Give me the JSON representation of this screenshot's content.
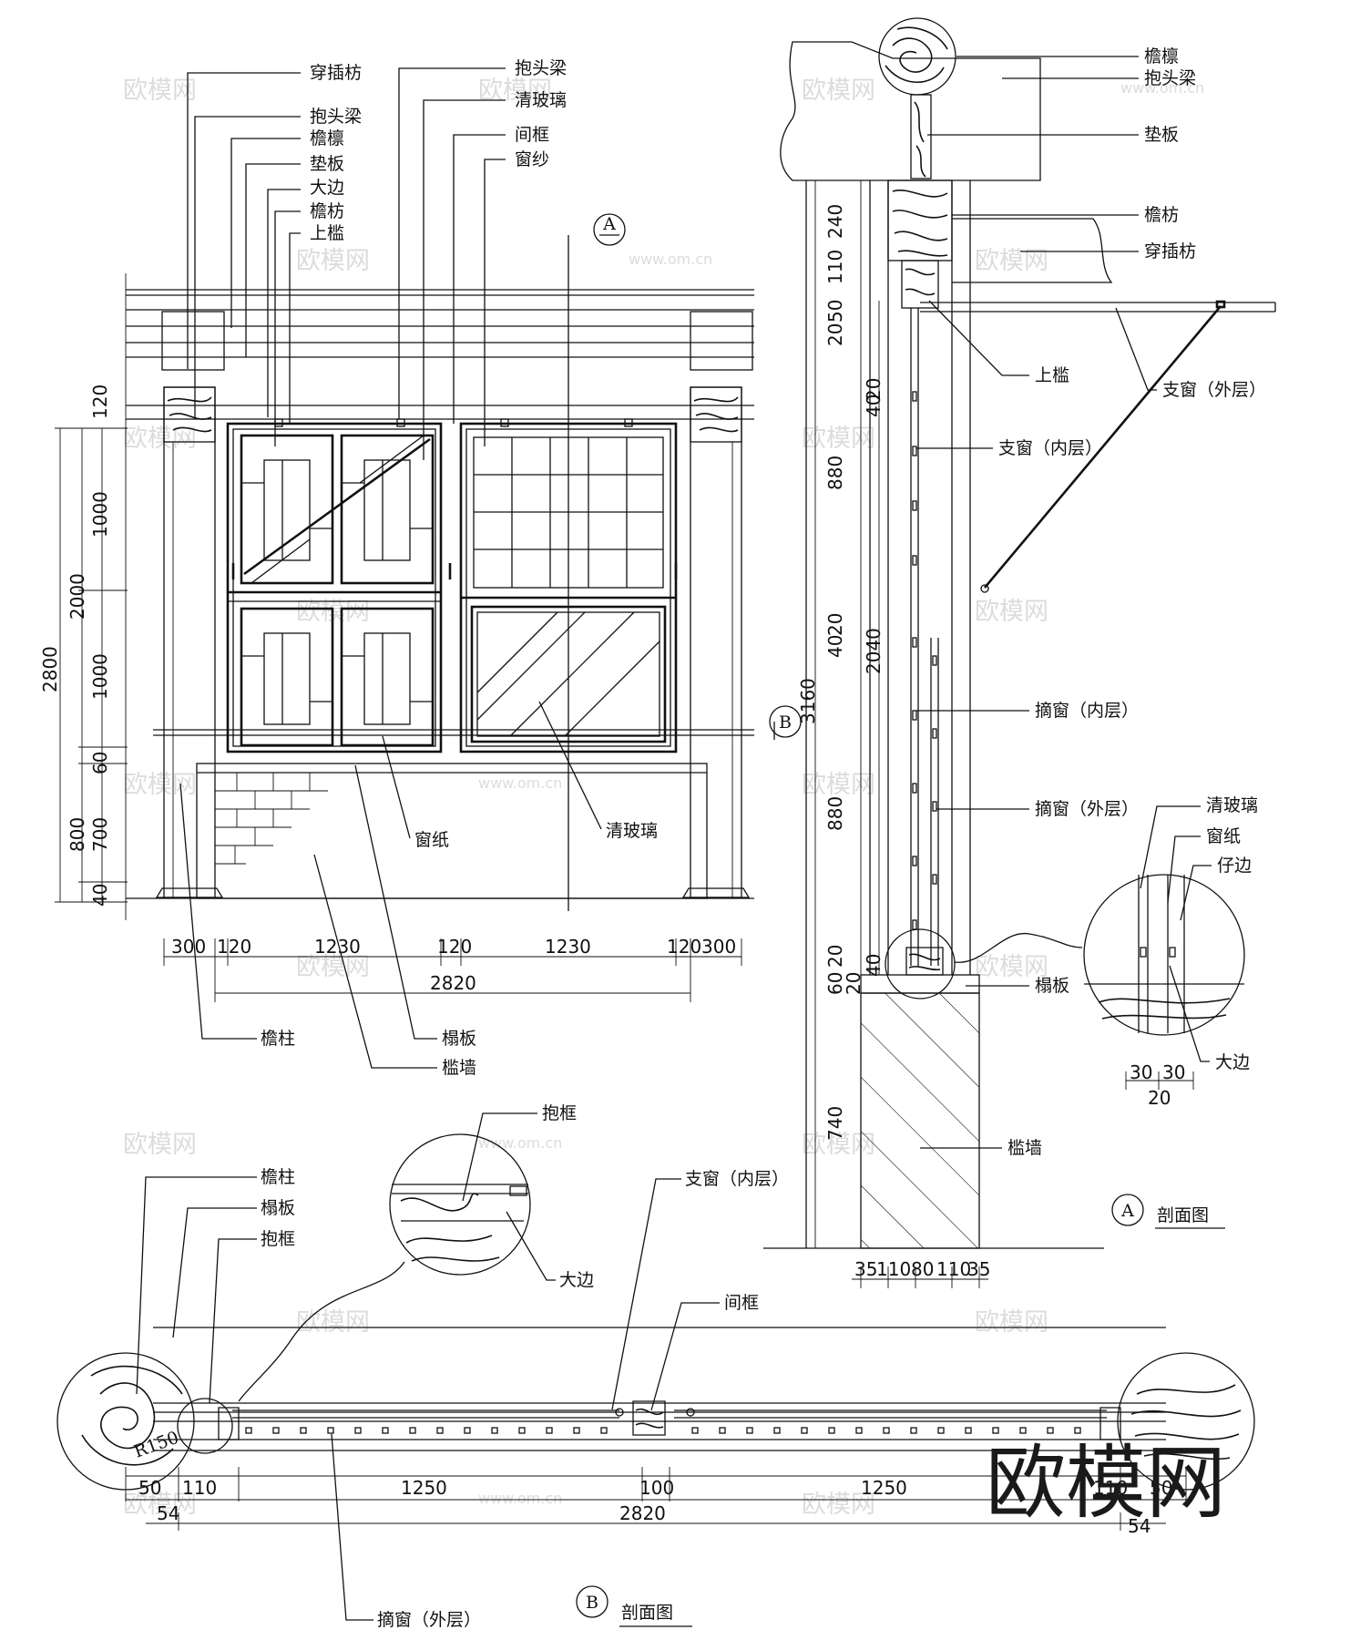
{
  "elevation": {
    "labels": {
      "chuanchafang": "穿插枋",
      "baotouliang": "抱头梁",
      "yanlin": "檐檩",
      "dianban": "垫板",
      "dabian": "大边",
      "yanfang": "檐枋",
      "shangkan": "上槛",
      "baotouliang2": "抱头梁",
      "qingboli": "清玻璃",
      "jiankuang": "间框",
      "chuangsha": "窗纱",
      "chuangzhi": "窗纸",
      "qingboli2": "清玻璃",
      "yanzhu": "檐柱",
      "taban": "榻板",
      "kanqiang": "槛墙"
    },
    "section_marks": {
      "a": "A",
      "b": "B"
    },
    "dims_left": [
      "120",
      "1000",
      "2000",
      "2800",
      "1000",
      "60",
      "800",
      "700",
      "40"
    ],
    "dims_bottom": [
      "300",
      "120",
      "1230",
      "120",
      "1230",
      "120",
      "300"
    ],
    "dim_total": "2820"
  },
  "section_a": {
    "labels": {
      "yanlin": "檐檩",
      "baotouliang": "抱头梁",
      "dianban": "垫板",
      "yanfang": "檐枋",
      "chuanchafang": "穿插枋",
      "shangkan": "上槛",
      "zhichuang_outer": "支窗（外层）",
      "zhichuang_inner": "支窗（内层）",
      "zhaichuang_inner": "摘窗（内层）",
      "zhaichuang_outer": "摘窗（外层）",
      "taban": "榻板",
      "kanqiang": "槛墙"
    },
    "detail_labels": {
      "qingboli": "清玻璃",
      "chuangzhi": "窗纸",
      "zaibian": "仔边",
      "dabian": "大边",
      "d1": "30",
      "d2": "30",
      "d3": "20"
    },
    "dims_vertical": [
      "240",
      "110",
      "50",
      "20",
      "20",
      "40",
      "880",
      "40",
      "20",
      "2040",
      "3160",
      "880",
      "20",
      "40",
      "60",
      "20",
      "740"
    ],
    "dims_bottom": [
      "35",
      "110",
      "80",
      "110",
      "35"
    ],
    "title_mark": "A",
    "title": "剖面图"
  },
  "section_b": {
    "labels": {
      "baokuang_top": "抱框",
      "dabian": "大边",
      "yanzhu": "檐柱",
      "taban": "榻板",
      "baokuang": "抱框",
      "zhichuang_inner": "支窗（内层）",
      "jiankuang": "间框",
      "zhaichuang_outer": "摘窗（外层）",
      "radius": "R150"
    },
    "dims_row1": [
      "50",
      "110",
      "1250",
      "100",
      "1250",
      "110",
      "50"
    ],
    "dims_row2": [
      "54",
      "2820",
      "54"
    ],
    "title_mark": "B",
    "title": "剖面图"
  },
  "watermark": {
    "brand": "欧模网",
    "url": "www.om.cn",
    "big": "欧模网"
  },
  "colors": {
    "line": "#111111",
    "watermark": "#dcdcdc",
    "background": "#ffffff"
  }
}
